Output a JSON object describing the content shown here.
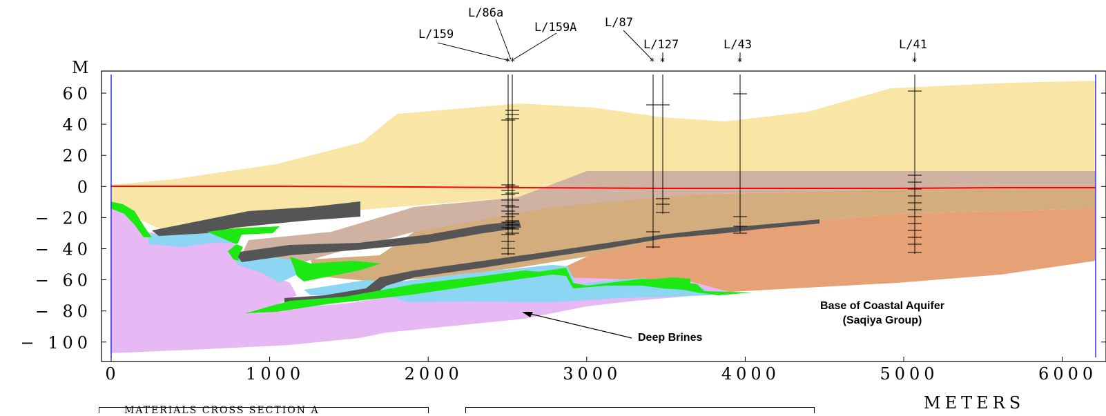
{
  "axes": {
    "y_unit": "M",
    "x_unit": "METERS",
    "y_ticks": [
      "60",
      "40",
      "20",
      "0",
      "− 20",
      "− 40",
      "− 60",
      "− 80",
      "− 100"
    ],
    "x_ticks": [
      "0",
      "1000",
      "2000",
      "3000",
      "4000",
      "5000",
      "6000"
    ]
  },
  "wells": [
    "L/159",
    "L/86a",
    "L/159A",
    "L/87",
    "L/127",
    "L/43",
    "L/41"
  ],
  "annotations": {
    "deep_brines": "Deep Brines",
    "base_line1": "Base of Coastal Aquifer",
    "base_line2": "(Saqiya Group)"
  },
  "bottom_box_left": "MATERIALS CROSS SECTION A",
  "colors": {
    "yellow_unit": "#f9e6a6",
    "tan_unit": "#cfb2a2",
    "brown_unit": "#d4ad7e",
    "orange_unit": "#e6a276",
    "pink_unit": "#e6b8f4",
    "blue_unit": "#8cd6f3",
    "green_unit": "#1ce814",
    "dark_unit": "#555555",
    "water_table": "#ff0000",
    "boundary": "#3333ff"
  }
}
